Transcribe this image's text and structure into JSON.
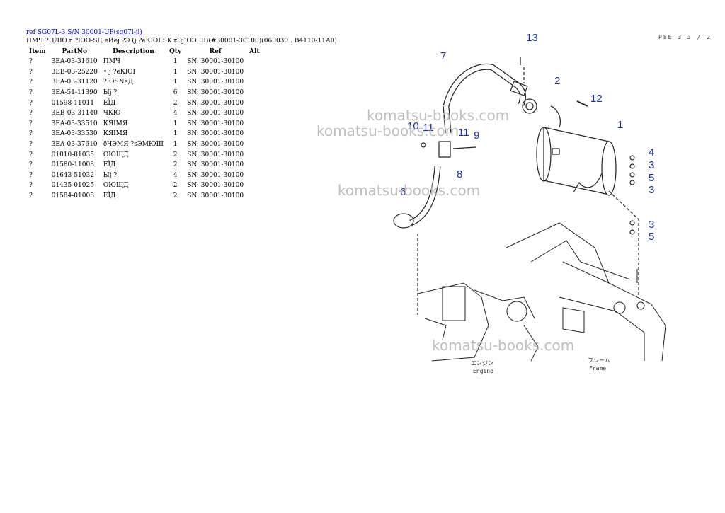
{
  "header": {
    "link_ref": "ref",
    "link_model": "SG07L-3 S/N 30001-UP(sg07l-jl)",
    "subtitle": "ПМЧ ?ЦЛЮ г ?ЮО-SД еИёј ?Э (ј ?ёКЮI SK гЭј!ОЭ Ш)(#30001-30100)(060030 : В4110-11А0)"
  },
  "table": {
    "headers": {
      "item": "Item",
      "partno": "PartNo",
      "description": "Description",
      "qty": "Qty",
      "ref": "Ref",
      "alt": "Alt"
    },
    "rows": [
      {
        "item": "?",
        "partno": "3EA-03-31610",
        "description": "ПМЧ",
        "qty": "1",
        "ref": "SN: 30001-30100",
        "alt": ""
      },
      {
        "item": "?",
        "partno": "3EB-03-25220",
        "description": "• ј ?ёКЮI",
        "qty": "1",
        "ref": "SN: 30001-30100",
        "alt": ""
      },
      {
        "item": "?",
        "partno": "3EA-03-31120",
        "description": "?ЮSNёД",
        "qty": "1",
        "ref": "SN: 30001-30100",
        "alt": ""
      },
      {
        "item": "?",
        "partno": "3EA-51-11390",
        "description": "Ыј ?",
        "qty": "6",
        "ref": "SN: 30001-30100",
        "alt": ""
      },
      {
        "item": "?",
        "partno": "01598-11011",
        "description": "ЕЇД",
        "qty": "2",
        "ref": "SN: 30001-30100",
        "alt": ""
      },
      {
        "item": "?",
        "partno": "3EB-03-31140",
        "description": "ЧКЮ-",
        "qty": "4",
        "ref": "SN: 30001-30100",
        "alt": ""
      },
      {
        "item": "?",
        "partno": "3EA-03-33510",
        "description": "КЯIМЯ",
        "qty": "1",
        "ref": "SN: 30001-30100",
        "alt": ""
      },
      {
        "item": "?",
        "partno": "3EA-03-33530",
        "description": "КЯIМЯ",
        "qty": "1",
        "ref": "SN: 30001-30100",
        "alt": ""
      },
      {
        "item": "?",
        "partno": "3EA-03-37610",
        "description": "ёЧЭМЯ ?sЭМЮШ",
        "qty": "1",
        "ref": "SN: 30001-30100",
        "alt": ""
      },
      {
        "item": "?",
        "partno": "01010-81035",
        "description": "ОЮЩД",
        "qty": "2",
        "ref": "SN: 30001-30100",
        "alt": ""
      },
      {
        "item": "?",
        "partno": "01580-11008",
        "description": "ЕЇД",
        "qty": "2",
        "ref": "SN: 30001-30100",
        "alt": ""
      },
      {
        "item": "?",
        "partno": "01643-51032",
        "description": "Ыј ?",
        "qty": "4",
        "ref": "SN: 30001-30100",
        "alt": ""
      },
      {
        "item": "?",
        "partno": "01435-01025",
        "description": "ОЮЩД",
        "qty": "2",
        "ref": "SN: 30001-30100",
        "alt": ""
      },
      {
        "item": "?",
        "partno": "01584-01008",
        "description": "ЕЇД",
        "qty": "2",
        "ref": "SN: 30001-30100",
        "alt": ""
      }
    ]
  },
  "diagram": {
    "page_ref": "P8E 3 3 / 2",
    "watermark": "komatsu-books.com",
    "callouts": [
      "13",
      "7",
      "2",
      "12",
      "1",
      "10",
      "11",
      "11",
      "9",
      "4",
      "3",
      "5",
      "3",
      "8",
      "6",
      "3",
      "5"
    ],
    "label_engine_jp": "エンジン",
    "label_engine": "Engine",
    "label_frame_jp": "フレーム",
    "label_frame": "Frame"
  },
  "colors": {
    "link": "#0000cc",
    "callout": "#1a2fa8",
    "watermark": "#b5b5b5"
  }
}
